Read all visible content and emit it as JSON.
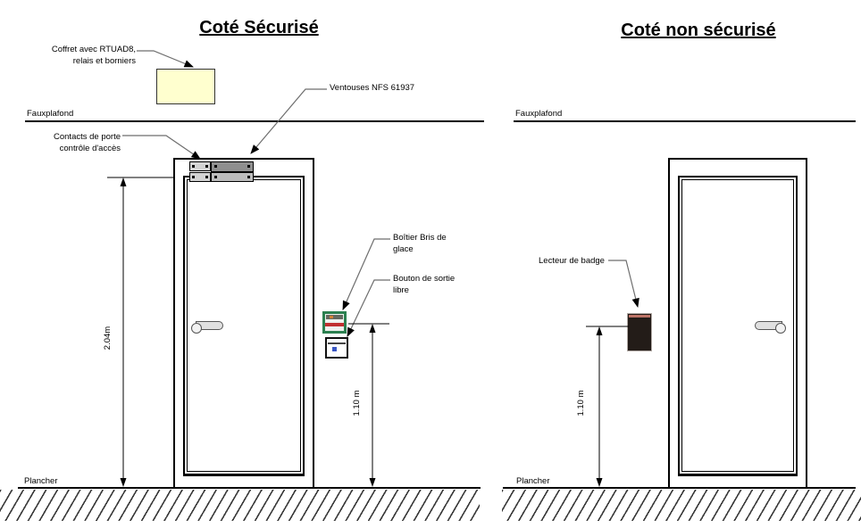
{
  "left": {
    "title": "Coté Sécurisé",
    "coffret": {
      "line1": "Coffret avec RTUAD8,",
      "line2": "relais et borniers"
    },
    "fauxplafond": "Fauxplafond",
    "contacts": {
      "line1": "Contacts de porte",
      "line2": "contrôle d'accès"
    },
    "ventouses": "Ventouses NFS 61937",
    "boitier": {
      "line1": "Boîtier Bris de",
      "line2": "glace"
    },
    "bouton": {
      "line1": "Bouton de sortie",
      "line2": "libre"
    },
    "dim_door": "2.04m",
    "dim_low": "1.10 m",
    "plancher": "Plancher"
  },
  "right": {
    "title": "Coté non sécurisé",
    "fauxplafond": "Fauxplafond",
    "lecteur": "Lecteur de badge",
    "dim_low": "1.10 m",
    "plancher": "Plancher"
  },
  "colors": {
    "coffret_fill": "#ffffcf",
    "breakglass_green": "#2c8050",
    "breakglass_red": "#c03030",
    "exit_button_blue": "#3a57c4",
    "reader_body": "#231c18",
    "reader_stripe": "#bd7467",
    "leader_line": "#6e6e6e",
    "line_black": "#000000"
  }
}
